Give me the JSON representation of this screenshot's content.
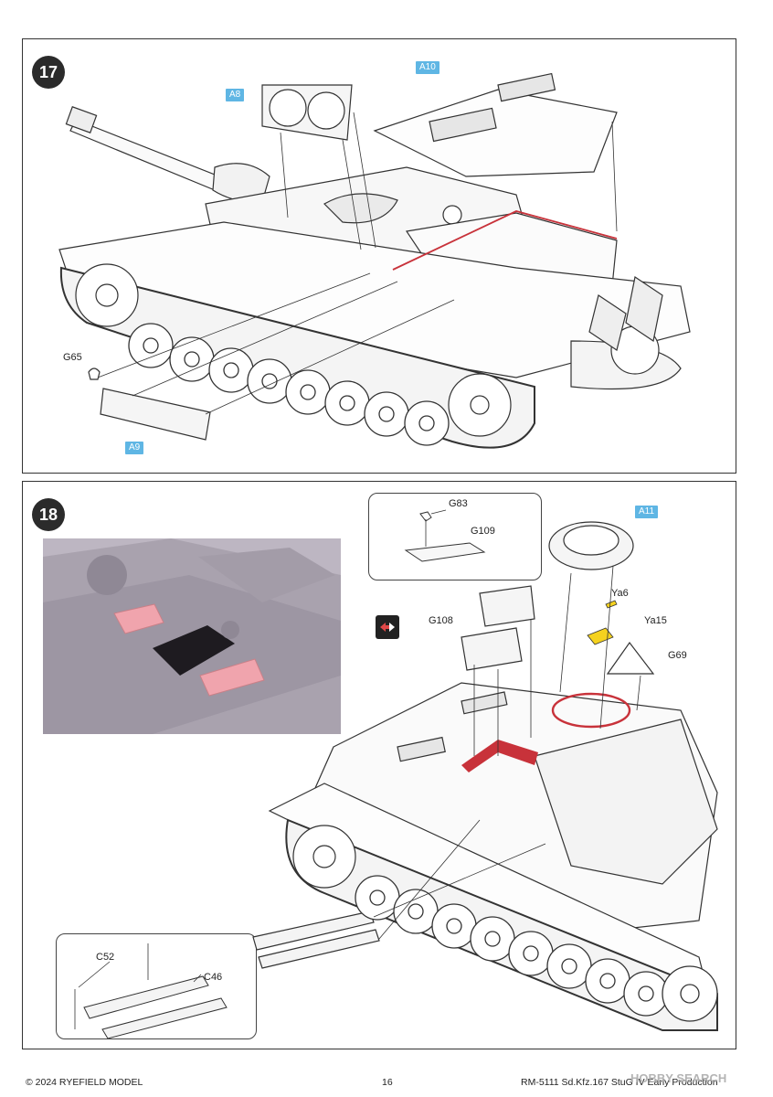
{
  "steps": [
    {
      "number": "17",
      "tags": [
        "A8",
        "A10",
        "A9"
      ],
      "labels": [
        "G65"
      ]
    },
    {
      "number": "18",
      "tags": [
        "A11"
      ],
      "labels": [
        "G83",
        "G109",
        "G108",
        "Ya6",
        "Ya15",
        "G69",
        "C52",
        "C46"
      ]
    }
  ],
  "icons": {
    "turn_over": "turn-over-icon"
  },
  "colors": {
    "part_tag": "#5fb6e4",
    "highlight_red": "#c8323a",
    "highlight_yellow": "#f5d21e",
    "photo_pink": "#f0a4ad"
  },
  "footer": {
    "copyright": "© 2024 RYEFIELD MODEL",
    "page_number": "16",
    "product": "RM-5111 Sd.Kfz.167 StuG IV Early Production",
    "watermark": "HOBBY SEARCH"
  }
}
